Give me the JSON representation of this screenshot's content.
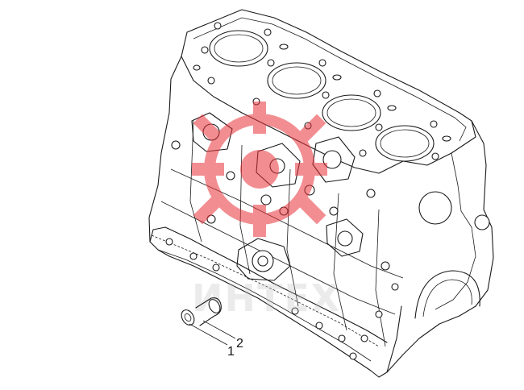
{
  "callouts": [
    {
      "label": "1"
    },
    {
      "label": "2"
    }
  ],
  "watermark": {
    "text": "ИНТЕХ",
    "logo_color": "#e8323a",
    "text_color": "#bdbdbd"
  }
}
